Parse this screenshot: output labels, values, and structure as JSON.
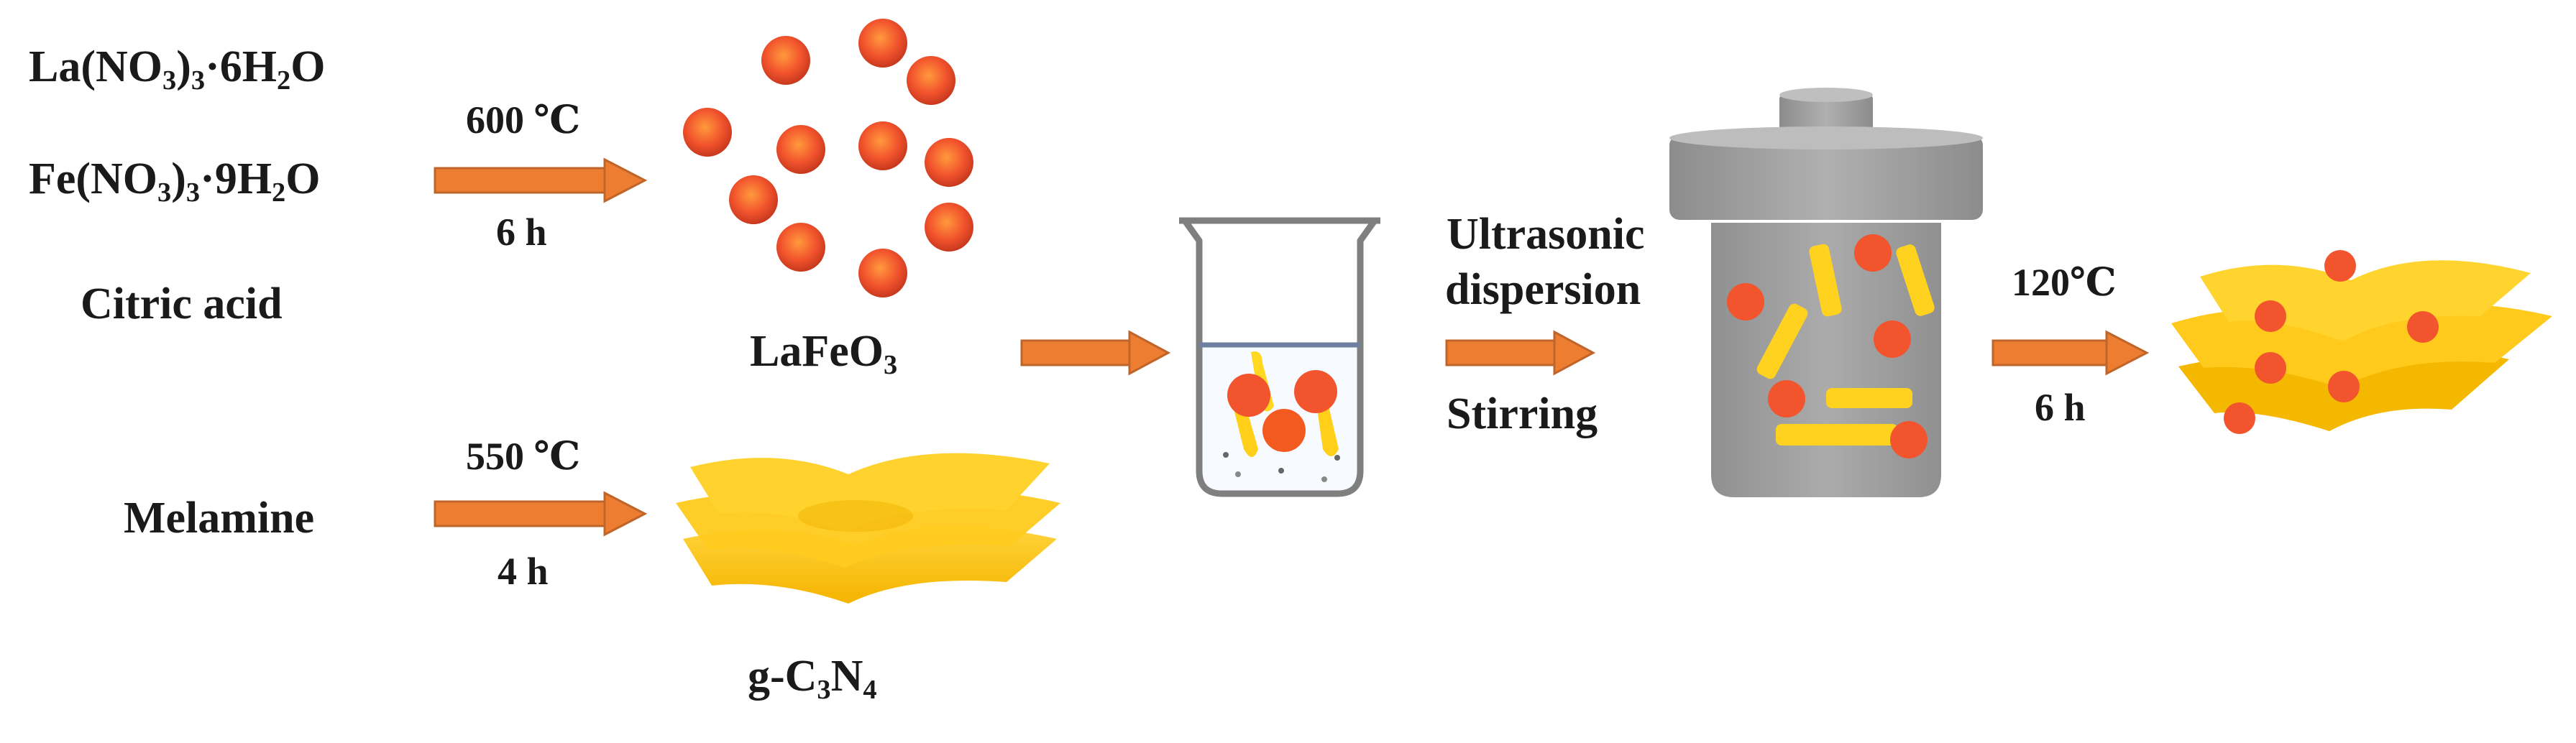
{
  "colors": {
    "arrow": "#ED7D31",
    "arrow_edge": "#C0652A",
    "particle": "#F2542D",
    "particle_light": "#FF8A3D",
    "sheet": "#FFC61A",
    "sheet_dark": "#F5B400",
    "autoclave": "#A6A6A6",
    "autoclave_dark": "#8C8C8C",
    "beaker_glass": "#7F7F7F",
    "text": "#1A1A1A"
  },
  "precursors": {
    "la": {
      "prefix": "La(NO",
      "sub1": "3",
      "mid": ")",
      "sub2": "3",
      "suffix": "·6H",
      "sub3": "2",
      "end": "O"
    },
    "fe": {
      "prefix": "Fe(NO",
      "sub1": "3",
      "mid": ")",
      "sub2": "3",
      "suffix": "·9H",
      "sub3": "2",
      "end": "O"
    },
    "citric": "Citric acid",
    "melamine": "Melamine"
  },
  "steps": {
    "calcination_lafeo3": {
      "temp": "600 ℃",
      "time": "6 h"
    },
    "calcination_gcn": {
      "temp": "550 ℃",
      "time": "4 h"
    },
    "mixing": {
      "line1": "Ultrasonic",
      "line2": "dispersion",
      "below": "Stirring"
    },
    "hydrothermal": {
      "temp": "120℃",
      "time": "6 h"
    }
  },
  "products": {
    "lafeo3": {
      "main": "LaFeO",
      "sub": "3"
    },
    "gcn": {
      "prefix": "g-C",
      "sub1": "3",
      "mid": "N",
      "sub2": "4"
    }
  }
}
